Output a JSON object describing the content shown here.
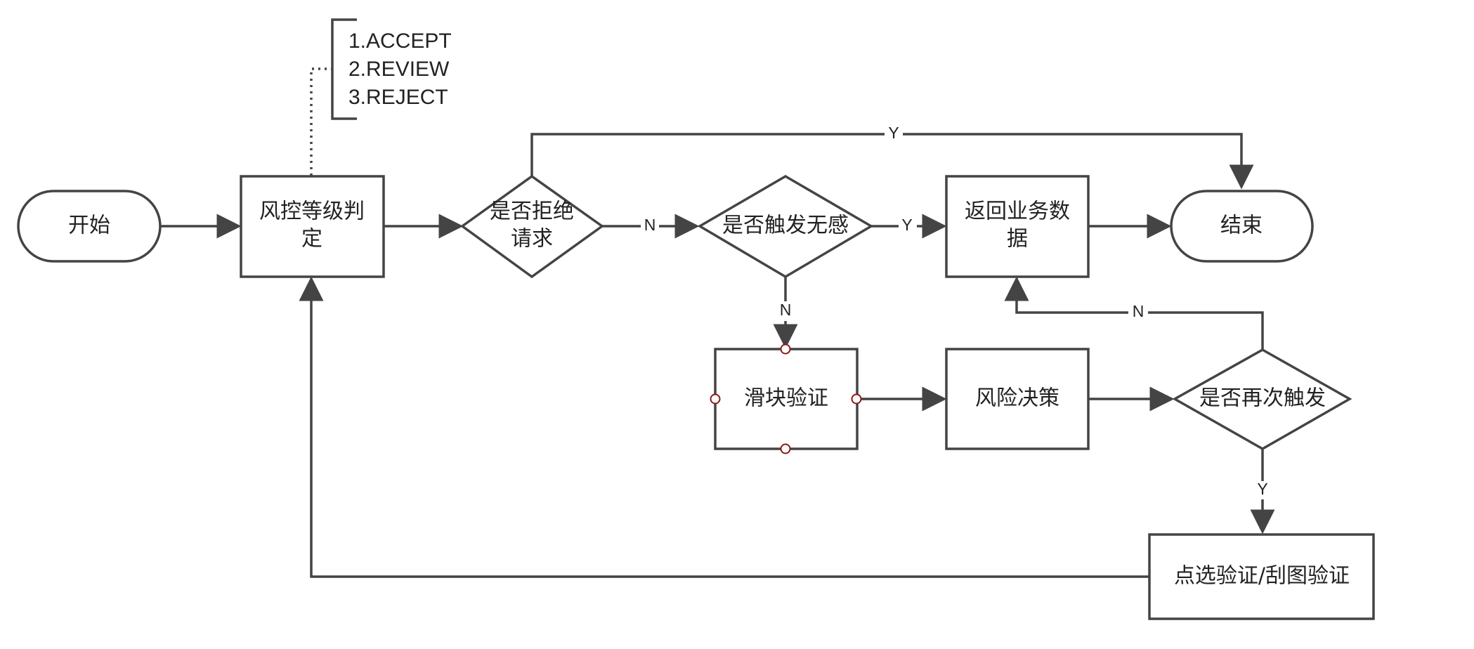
{
  "nodes": {
    "start": {
      "text": "开始"
    },
    "risk_level": {
      "line1": "风控等级判",
      "line2": "定"
    },
    "reject_check": {
      "line1": "是否拒绝",
      "line2": "请求"
    },
    "invisible_check": {
      "text": "是否触发无感"
    },
    "return_data": {
      "line1": "返回业务数",
      "line2": "据"
    },
    "end": {
      "text": "结束"
    },
    "slider_verify": {
      "text": "滑块验证"
    },
    "risk_decision": {
      "text": "风险决策"
    },
    "trigger_again": {
      "text": "是否再次触发"
    },
    "click_verify": {
      "text": "点选验证/刮图验证"
    }
  },
  "note": {
    "items": [
      "1.ACCEPT",
      "2.REVIEW",
      "3.REJECT"
    ]
  },
  "edge_labels": {
    "reject_yes": "Y",
    "reject_no": "N",
    "invisible_yes": "Y",
    "invisible_no": "N",
    "again_no": "N",
    "again_yes": "Y"
  },
  "colors": {
    "stroke": "#444444",
    "text": "#222222",
    "handle": "#8b1a1a",
    "background": "#ffffff"
  }
}
